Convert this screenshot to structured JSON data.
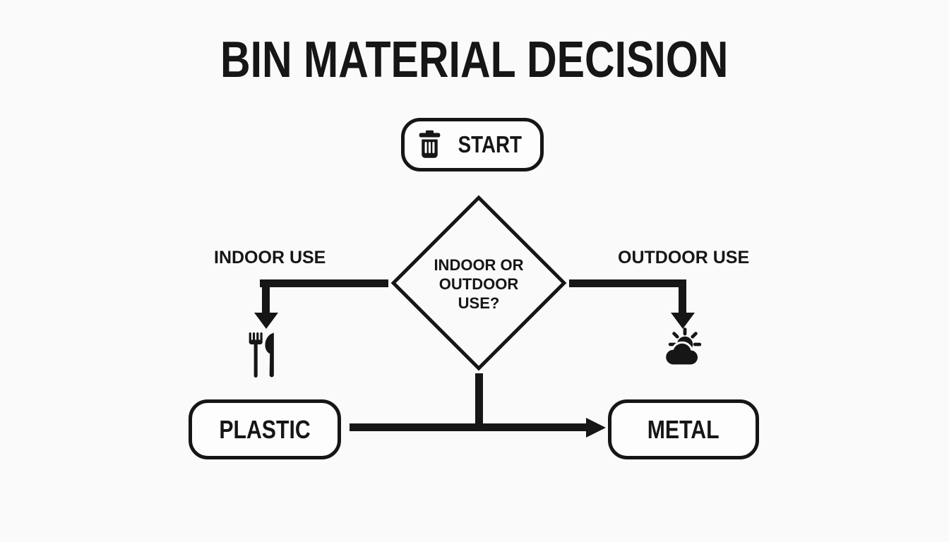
{
  "title": "BIN MATERIAL DECISION",
  "colors": {
    "ink": "#161616",
    "background": "#fbfafa",
    "node_fill": "#fdfdfd"
  },
  "flowchart": {
    "start": {
      "label": "START",
      "icon": "trash-icon"
    },
    "decision": {
      "label": "INDOOR OR\nOUTDOOR\nUSE?"
    },
    "branches": {
      "left": {
        "label": "INDOOR USE",
        "icon": "fork-knife-icon",
        "result": "PLASTIC"
      },
      "right": {
        "label": "OUTDOOR USE",
        "icon": "sun-cloud-icon",
        "result": "METAL"
      }
    }
  }
}
